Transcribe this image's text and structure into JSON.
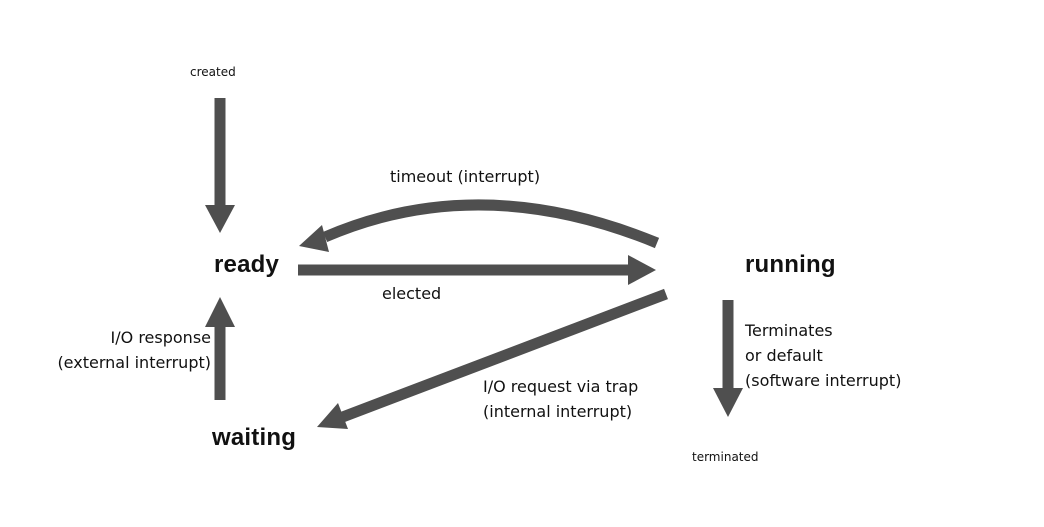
{
  "diagram": {
    "colors": {
      "arrow": "#4f4f4f",
      "text": "#111111",
      "background": "#ffffff"
    },
    "states": {
      "created": "created",
      "ready": "ready",
      "running": "running",
      "waiting": "waiting",
      "terminated": "terminated"
    },
    "transitions": {
      "timeout": "timeout (interrupt)",
      "elected": "elected",
      "io_response": [
        "I/O response",
        "(external interrupt)"
      ],
      "io_request": [
        "I/O request via trap",
        "(internal interrupt)"
      ],
      "terminates": [
        "Terminates",
        "or default",
        "(software interrupt)"
      ]
    }
  }
}
